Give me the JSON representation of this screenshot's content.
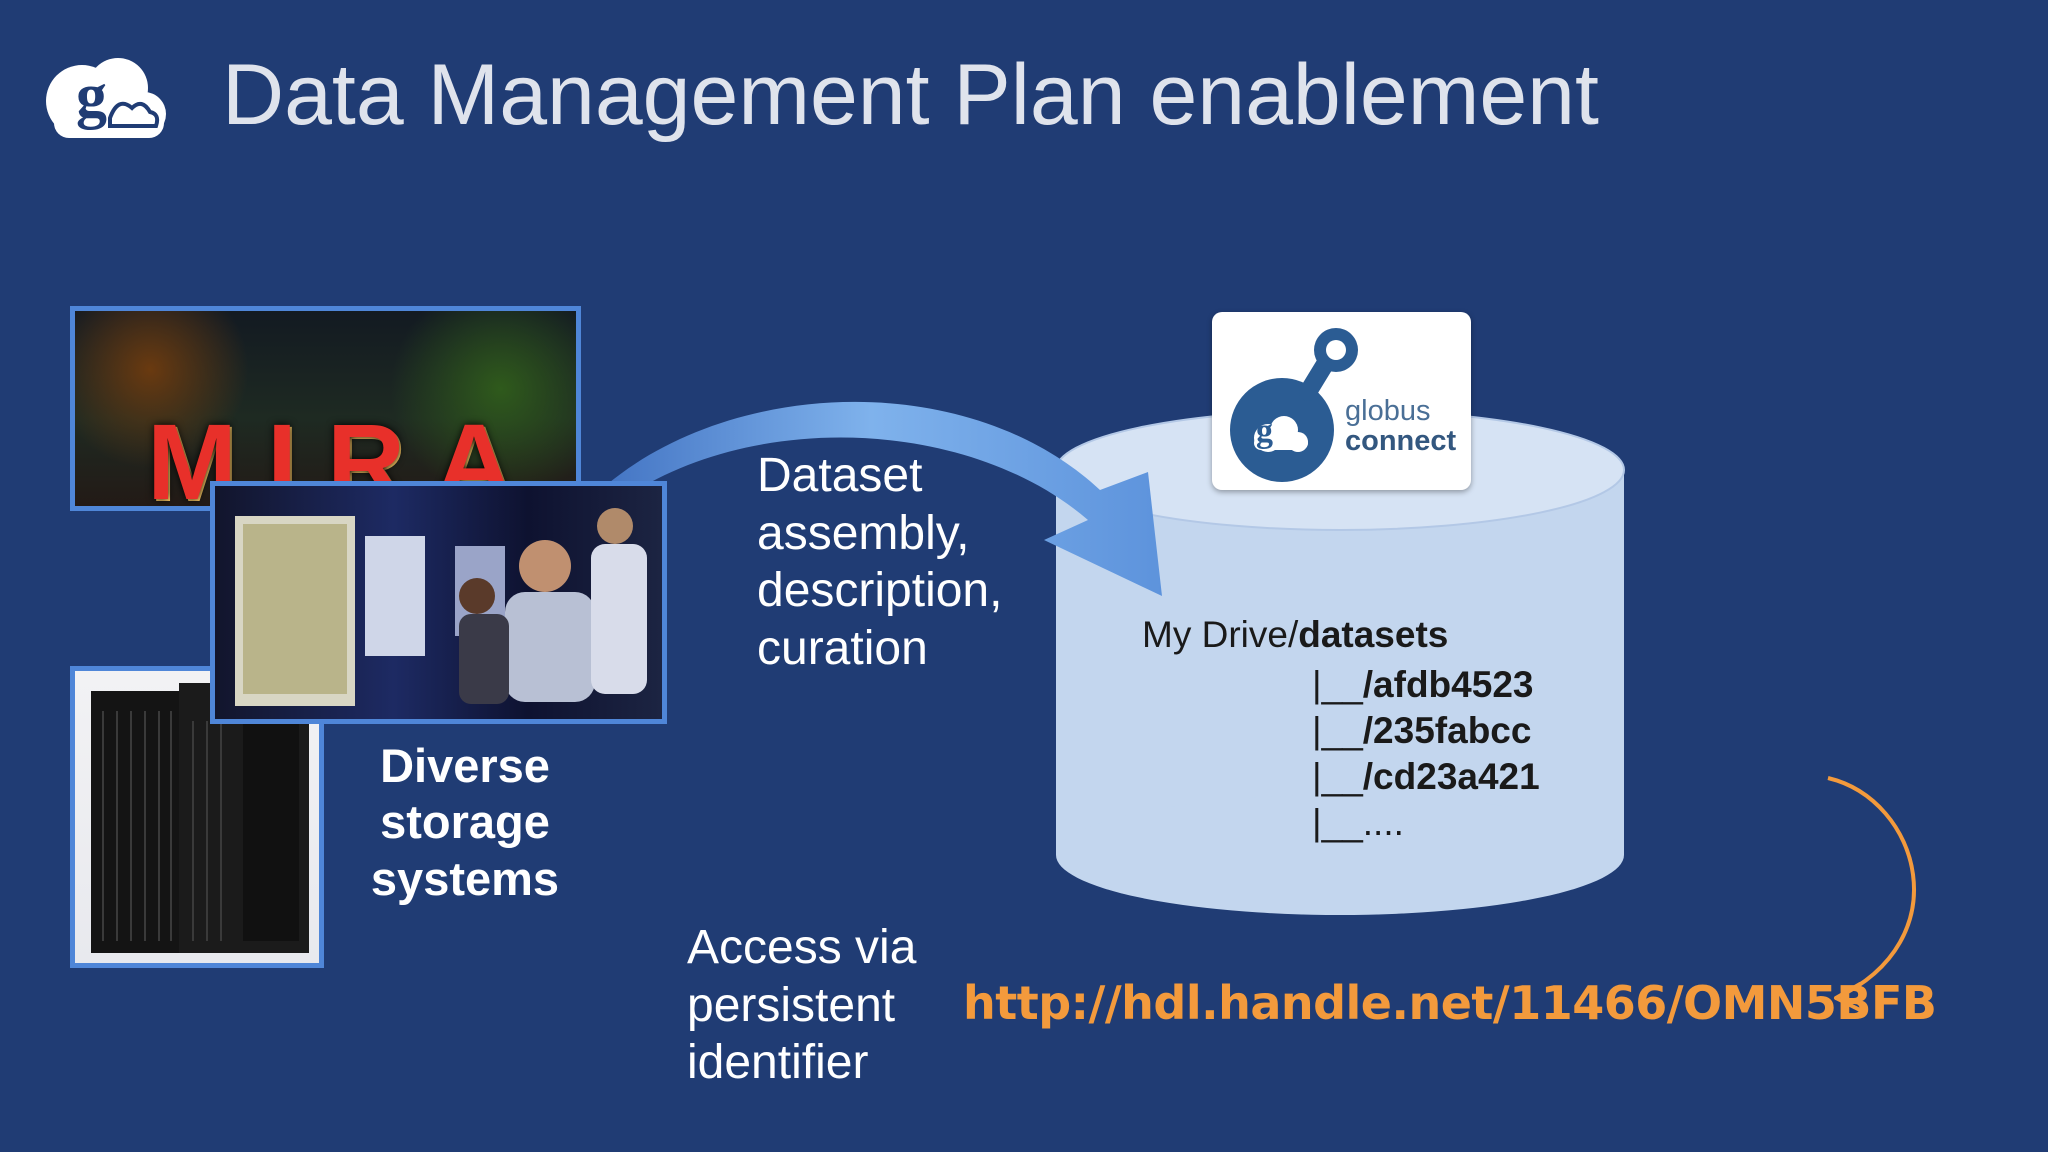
{
  "title": "Data Management Plan enablement",
  "storage_label": [
    "Diverse",
    "storage",
    "systems"
  ],
  "mira_sign": "MIRA",
  "assembly_label": [
    "Dataset",
    "assembly,",
    "description,",
    "curation"
  ],
  "globus_badge": {
    "line1": "globus",
    "line2": "connect"
  },
  "tree": {
    "root_prefix": "My Drive/",
    "root_bold": "datasets",
    "branch": "|__",
    "children": [
      "/afdb4523",
      "/235fabcc",
      "/cd23a421",
      "...."
    ]
  },
  "access_label": [
    "Access via",
    "persistent",
    "identifier"
  ],
  "handle_url": "http://hdl.handle.net/11466/OMN5BFB",
  "colors": {
    "background": "#203c74",
    "cylinder": "#c3d6ee",
    "photo_border": "#4f86d8",
    "arrow_blue": "#7fb2ec",
    "arrow_orange": "#f39a3c"
  },
  "icons": [
    "globus-cloud-logo-icon",
    "globus-connect-logo-icon",
    "curved-blue-arrow-icon",
    "curved-orange-arrow-icon"
  ]
}
